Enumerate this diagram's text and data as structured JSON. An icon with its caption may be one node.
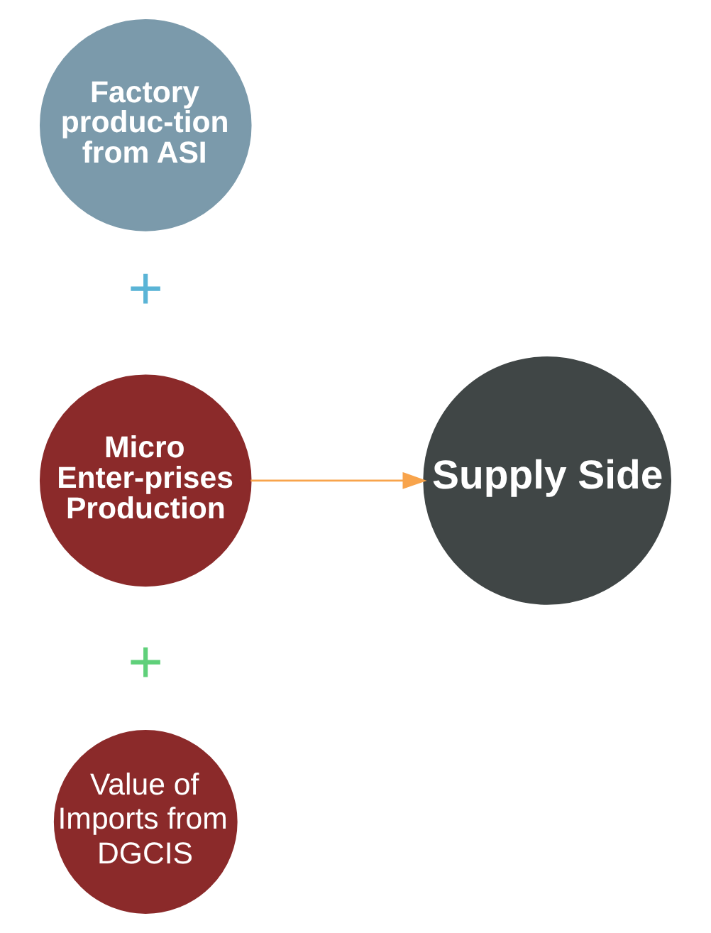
{
  "diagram": {
    "nodes": [
      {
        "text": [
          "Factory produc-tion from ASI"
        ]
      },
      {
        "text": [
          "Micro Enter-prises Production"
        ]
      },
      {
        "text": [
          "Value of Imports from DGCIS"
        ]
      },
      {
        "text": [
          "Supply Side"
        ]
      }
    ],
    "edges": [
      {
        "from": 1,
        "to": 3,
        "arrow": "to",
        "color": "#f8a44c"
      }
    ],
    "labels": [
      "+",
      "+"
    ]
  }
}
